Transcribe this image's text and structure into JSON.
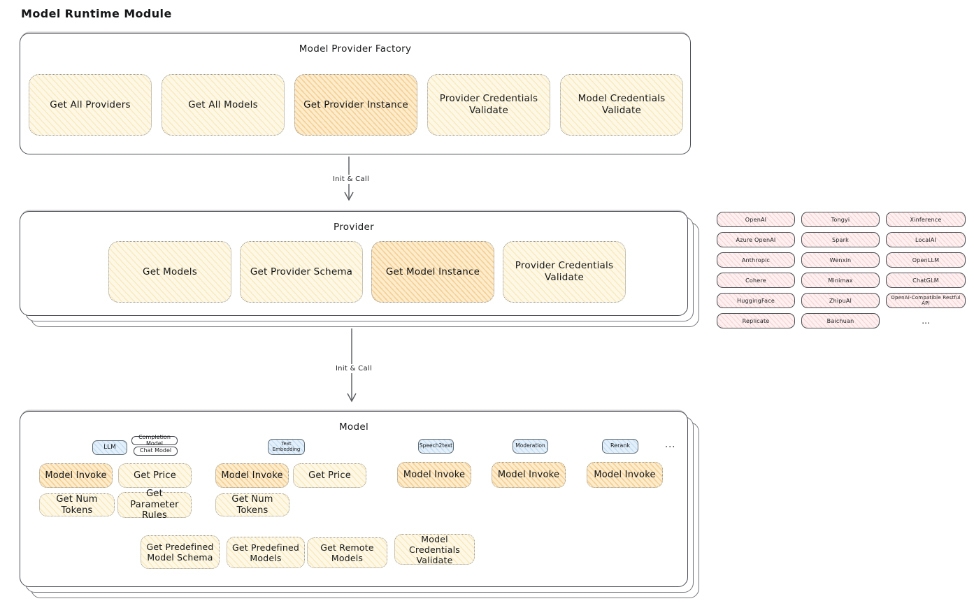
{
  "page": {
    "title": "Model Runtime Module"
  },
  "factory": {
    "title": "Model Provider Factory",
    "items": [
      "Get All Providers",
      "Get All Models",
      "Get Provider Instance",
      "Provider Credentials Validate",
      "Model Credentials Validate"
    ],
    "highlighted_item": "Get Provider Instance"
  },
  "arrows": [
    {
      "label": "Init & Call"
    },
    {
      "label": "Init & Call"
    }
  ],
  "provider": {
    "title": "Provider",
    "items": [
      "Get Models",
      "Get Provider Schema",
      "Get Model Instance",
      "Provider Credentials Validate"
    ],
    "highlighted_item": "Get Model Instance"
  },
  "model": {
    "title": "Model",
    "groups": [
      {
        "type": "LLM",
        "subtypes": [
          "Completion Model",
          "Chat Model"
        ],
        "actions": [
          "Model Invoke",
          "Get Price",
          "Get Num Tokens",
          "Get Parameter Rules"
        ]
      },
      {
        "type": "Text Embedding",
        "subtypes": [],
        "actions": [
          "Model Invoke",
          "Get Price",
          "Get Num Tokens"
        ]
      },
      {
        "type": "Speech2text",
        "subtypes": [],
        "actions": [
          "Model Invoke"
        ]
      },
      {
        "type": "Moderation",
        "subtypes": [],
        "actions": [
          "Model Invoke"
        ]
      },
      {
        "type": "Rerank",
        "subtypes": [],
        "actions": [
          "Model Invoke"
        ]
      }
    ],
    "more_indicator": "...",
    "bottom_actions": [
      "Get Predefined Model Schema",
      "Get Predefined Models",
      "Get Remote Models",
      "Model Credentials Validate"
    ]
  },
  "providers_grid": {
    "rows": [
      [
        "OpenAI",
        "Tongyi",
        "Xinference"
      ],
      [
        "Azure OpenAI",
        "Spark",
        "LocalAI"
      ],
      [
        "Anthropic",
        "Wenxin",
        "OpenLLM"
      ],
      [
        "Cohere",
        "Minimax",
        "ChatGLM"
      ],
      [
        "HuggingFace",
        "ZhipuAI",
        "OpenAI-Compatible Restful API"
      ],
      [
        "Replicate",
        "Baichuan",
        "..."
      ]
    ],
    "more_indicator": "..."
  },
  "colors": {
    "stroke": "#494c52",
    "yellow_fill": "#fdf8e6",
    "orange_fill": "#fbeccd",
    "blue_fill": "#e3eff9",
    "pink_fill": "#fdf0f0"
  }
}
